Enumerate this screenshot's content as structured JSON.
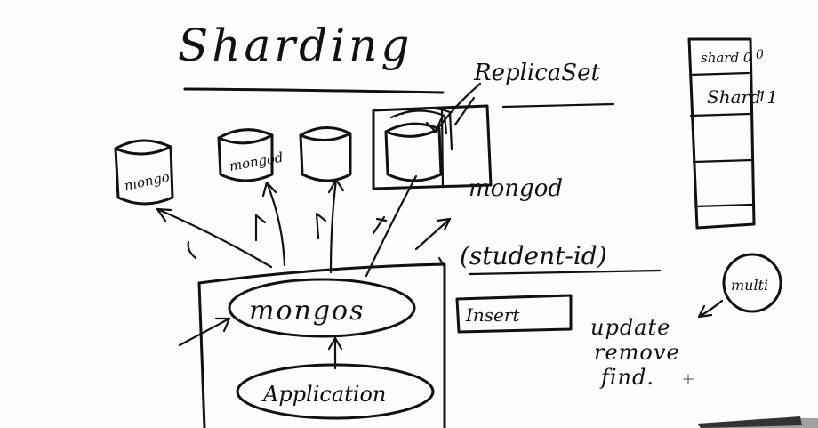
{
  "title": "Sharding",
  "replica_label": "ReplicaSet",
  "mongod_label": "mongod",
  "shard_key_label": "(student-id)",
  "insert_label": "Insert",
  "mongos_label": "mongos",
  "application_label": "Application",
  "cylinder_labels": [
    "mongo",
    "mongod"
  ],
  "shard_table": {
    "rows": [
      "shard 0",
      "Shard 1"
    ],
    "row_suffixes": [
      "0",
      "1"
    ]
  },
  "multi_label": "multi",
  "ops": [
    "update",
    "remove",
    "find."
  ]
}
